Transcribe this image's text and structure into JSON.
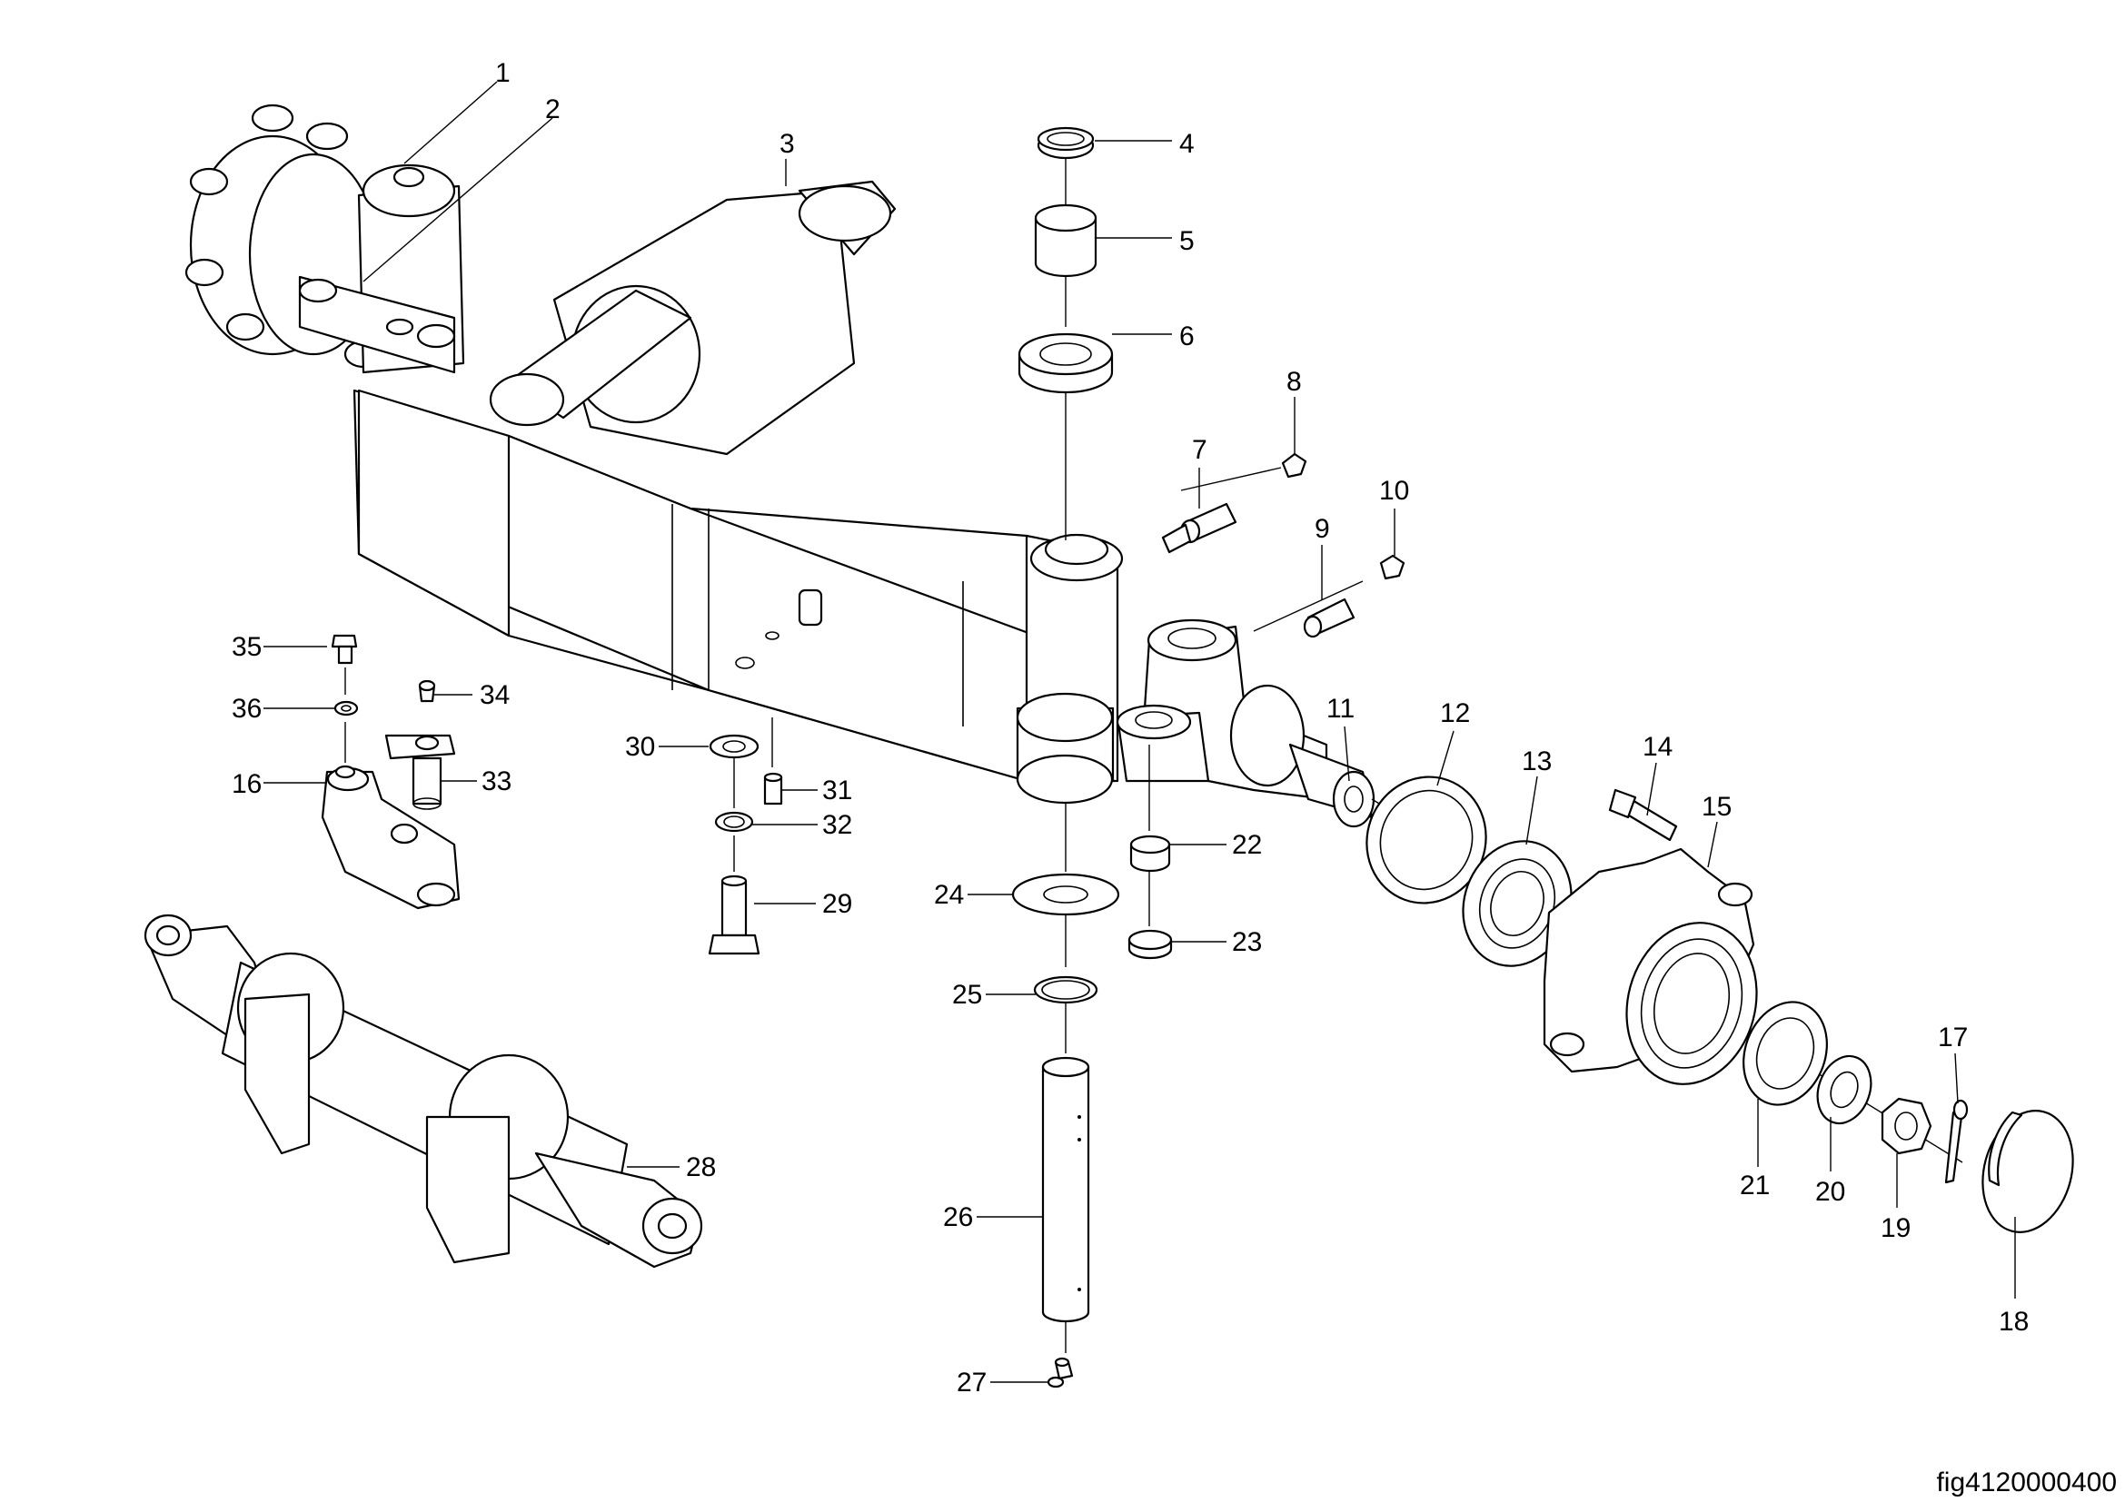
{
  "figure": {
    "id": "fig4120000400"
  },
  "callouts": [
    {
      "n": "1"
    },
    {
      "n": "2"
    },
    {
      "n": "3"
    },
    {
      "n": "4"
    },
    {
      "n": "5"
    },
    {
      "n": "6"
    },
    {
      "n": "7"
    },
    {
      "n": "8"
    },
    {
      "n": "9"
    },
    {
      "n": "10"
    },
    {
      "n": "11"
    },
    {
      "n": "12"
    },
    {
      "n": "13"
    },
    {
      "n": "14"
    },
    {
      "n": "15"
    },
    {
      "n": "16"
    },
    {
      "n": "17"
    },
    {
      "n": "18"
    },
    {
      "n": "19"
    },
    {
      "n": "20"
    },
    {
      "n": "21"
    },
    {
      "n": "22"
    },
    {
      "n": "23"
    },
    {
      "n": "24"
    },
    {
      "n": "25"
    },
    {
      "n": "26"
    },
    {
      "n": "27"
    },
    {
      "n": "28"
    },
    {
      "n": "29"
    },
    {
      "n": "30"
    },
    {
      "n": "31"
    },
    {
      "n": "32"
    },
    {
      "n": "33"
    },
    {
      "n": "34"
    },
    {
      "n": "35"
    },
    {
      "n": "36"
    }
  ]
}
